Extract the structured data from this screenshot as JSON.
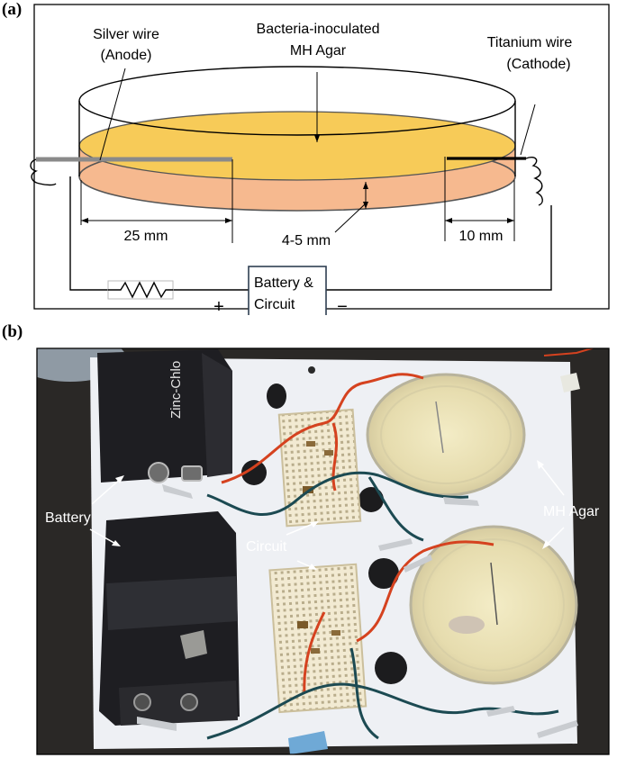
{
  "panel_a": {
    "label": "(a)",
    "silver_wire_line1": "Silver wire",
    "silver_wire_line2": "(Anode)",
    "agar_line1": "Bacteria-inoculated",
    "agar_line2": "MH Agar",
    "titanium_line1": "Titanium wire",
    "titanium_line2": "(Cathode)",
    "dim_25": "25 mm",
    "dim_depth": "4-5 mm",
    "dim_10": "10 mm",
    "box_line1": "Battery &",
    "box_line2": "Circuit",
    "plus": "+",
    "minus": "−"
  },
  "panel_b": {
    "label": "(b)",
    "battery_label": "Battery",
    "circuit_label": "Circuit",
    "agar_label": "MH Agar",
    "battery_brand": "Zinc-Chlo"
  },
  "colors": {
    "agar_top": "#f7cb58",
    "agar_side": "#f6b98f",
    "wire": "#8a8a8a",
    "board": "#eef0f4",
    "battery": "#1e1e22",
    "breadboard": "#f2ead2",
    "red_wire": "#d5421f",
    "teal_wire": "#1c4a52",
    "photo_bg": "#2a2826"
  }
}
